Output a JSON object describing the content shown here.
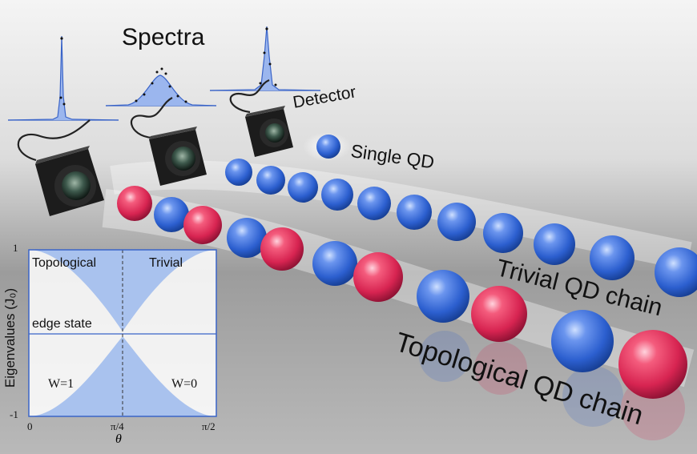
{
  "labels": {
    "spectra": "Spectra",
    "detector": "Detector",
    "single_qd": "Single QD",
    "trivial_chain": "Trivial QD chain",
    "topological_chain": "Topological QD chain"
  },
  "inset": {
    "region_left": "Topological",
    "region_right": "Trivial",
    "edge_state": "edge state",
    "winding_left": "W=1",
    "winding_right": "W=0",
    "ylabel": "Eigenvalues (J₀)",
    "xlabel": "θ",
    "yticks": [
      "1",
      "-1"
    ],
    "xticks": [
      "0",
      "π/4",
      "π/2"
    ]
  },
  "colors": {
    "blue_dot": "#3f6fd8",
    "red_dot": "#e0325a",
    "band_fill": "#a9c2ee",
    "frame": "#3a64c8"
  }
}
